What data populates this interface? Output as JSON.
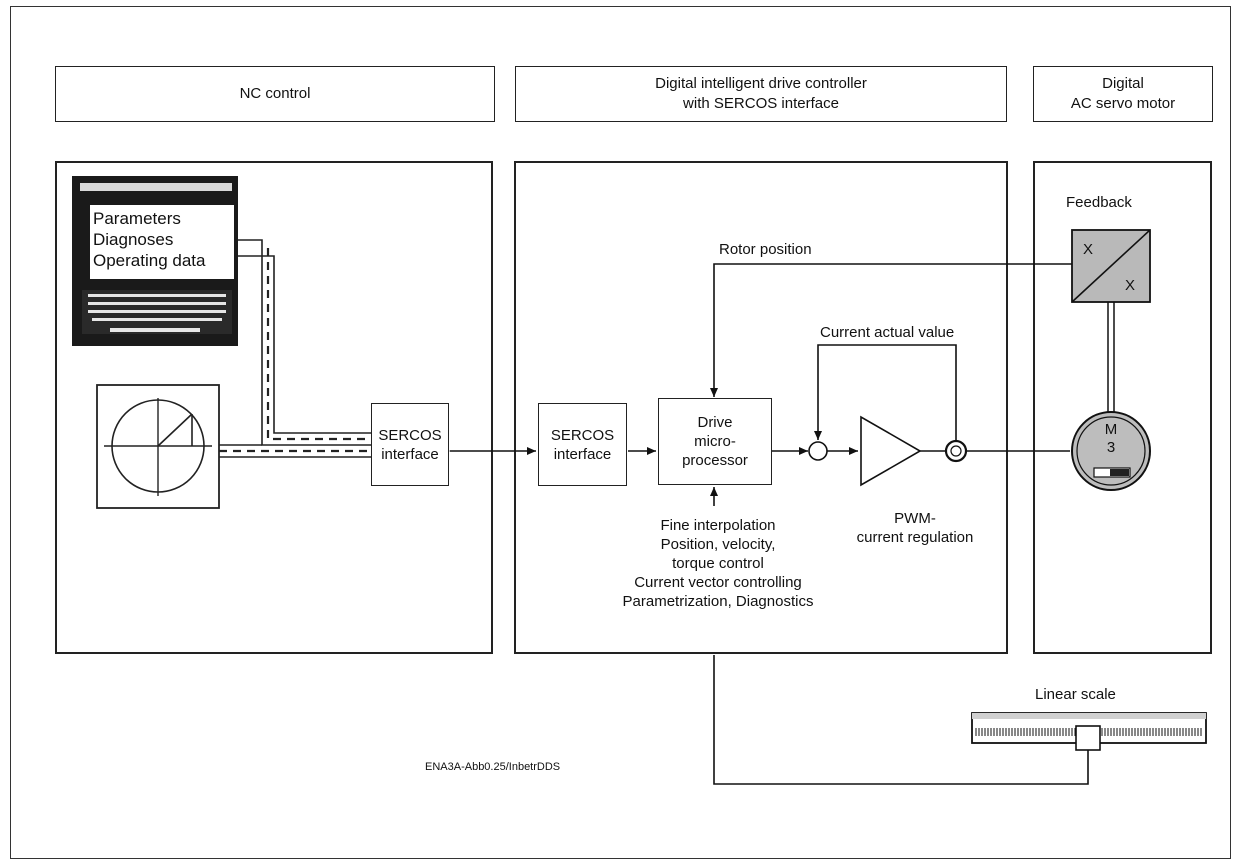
{
  "headers": {
    "nc": "NC control",
    "drive": "Digital intelligent drive controller\nwith SERCOS interface",
    "motor": "Digital\nAC servo motor"
  },
  "screen_lines": [
    "Parameters",
    "Diagnoses",
    "Operating data"
  ],
  "sercos_nc": "SERCOS\ninterface",
  "sercos_drive": "SERCOS\ninterface",
  "drive_micro": "Drive\nmicro-\nprocessor",
  "rotor_position": "Rotor position",
  "current_actual": "Current actual value",
  "pwm": "PWM-\ncurrent regulation",
  "functions": "Fine interpolation\nPosition, velocity,\ntorque control\nCurrent vector controlling\nParametrization, Diagnostics",
  "feedback": "Feedback",
  "feedback_symbol_top": "X",
  "feedback_symbol_bottom": "X",
  "motor_symbol": "M\n3",
  "linear_scale": "Linear scale",
  "figure_ref": "ENA3A-Abb0.25/InbetrDDS"
}
